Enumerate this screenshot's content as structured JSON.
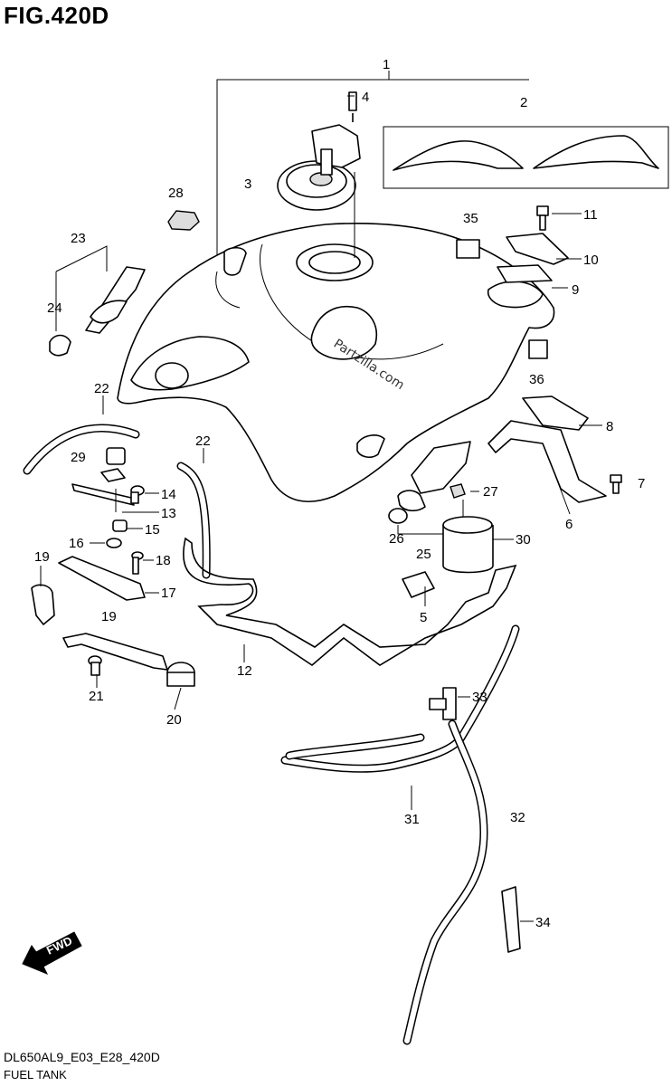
{
  "figure": {
    "title": "FIG.420D",
    "model_code": "DL650AL9_E03_E28_420D",
    "assembly_name": "FUEL TANK",
    "watermark": "Partzilla.com",
    "fwd_label": "FWD"
  },
  "callouts": [
    "1",
    "2",
    "3",
    "4",
    "5",
    "6",
    "7",
    "8",
    "9",
    "10",
    "11",
    "12",
    "13",
    "14",
    "15",
    "16",
    "17",
    "18",
    "19",
    "19",
    "20",
    "21",
    "22",
    "22",
    "23",
    "24",
    "25",
    "26",
    "27",
    "28",
    "29",
    "30",
    "31",
    "32",
    "33",
    "34",
    "35",
    "36"
  ]
}
